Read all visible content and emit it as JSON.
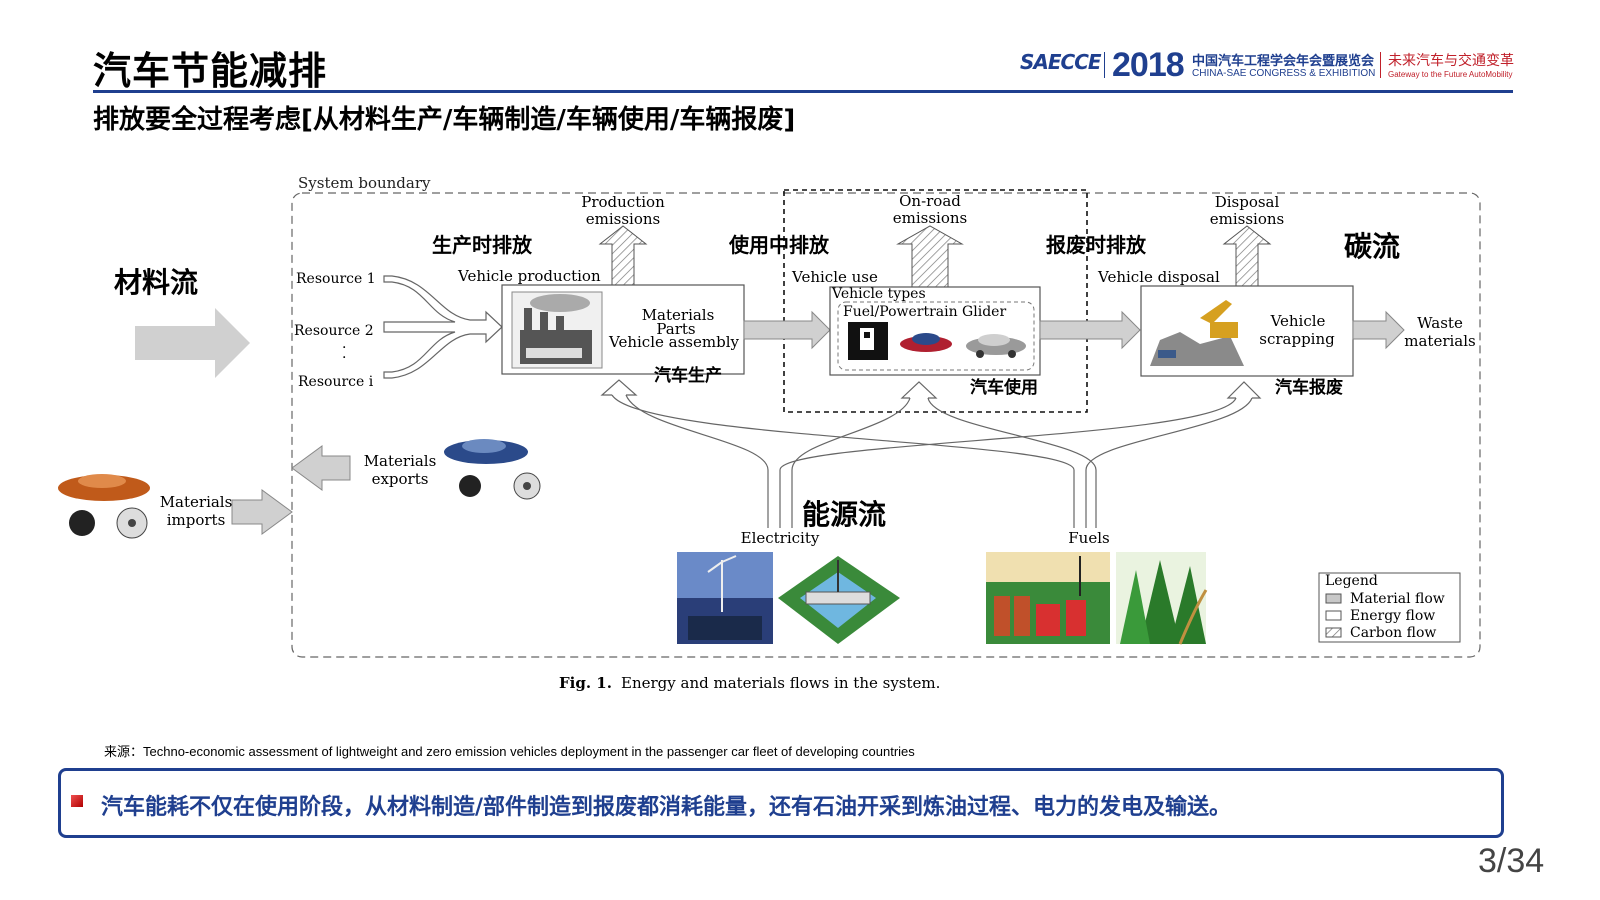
{
  "header": {
    "title": "汽车节能减排",
    "subtitle": "排放要全过程考虑[从材料生产/车辆制造/车辆使用/车辆报废]",
    "logo": {
      "mark": "SAECCE",
      "year": "2018",
      "name_cn": "中国汽车工程学会年会暨展览会",
      "name_en": "CHINA-SAE CONGRESS & EXHIBITION",
      "tagline_cn": "未来汽车与交通变革",
      "tagline_en": "Gateway to the Future AutoMobility"
    },
    "accent_color": "#1f3f8f"
  },
  "diagram": {
    "system_boundary": "System boundary",
    "emissions": {
      "production": [
        "Production",
        "emissions"
      ],
      "onroad": [
        "On-road",
        "emissions"
      ],
      "disposal": [
        "Disposal",
        "emissions"
      ]
    },
    "overlay_cn": {
      "production_emission": "生产时排放",
      "use_emission": "使用中排放",
      "disposal_emission": "报废时排放",
      "carbon_flow": "碳流",
      "material_flow": "材料流",
      "car_production": "汽车生产",
      "car_use": "汽车使用",
      "car_disposal": "汽车报废",
      "energy_flow": "能源流"
    },
    "resources": [
      "Resource 1",
      "Resource 2",
      "Resource i"
    ],
    "stages": {
      "production": {
        "label": "Vehicle production",
        "lines": [
          "Materials",
          "Parts",
          "Vehicle assembly"
        ]
      },
      "use": {
        "label": "Vehicle use",
        "types_label": "Vehicle types",
        "types_row": "Fuel/Powertrain Glider"
      },
      "disposal": {
        "label": "Vehicle disposal",
        "lines": [
          "Vehicle",
          "scrapping"
        ]
      }
    },
    "waste": [
      "Waste",
      "materials"
    ],
    "materials_exports": [
      "Materials",
      "exports"
    ],
    "materials_imports": [
      "Materials",
      "imports"
    ],
    "energy": {
      "electricity": "Electricity",
      "fuels": "Fuels"
    },
    "legend": {
      "title": "Legend",
      "items": [
        "Material flow",
        "Energy flow",
        "Carbon flow"
      ]
    },
    "caption_prefix": "Fig. 1.",
    "caption": "Energy and materials flows in the system."
  },
  "source_note": "来源：Techno-economic assessment of lightweight and zero emission vehicles deployment in the passenger car fleet of developing countries",
  "callout": "汽车能耗不仅在使用阶段，从材料制造/部件制造到报废都消耗能量，还有石油开采到炼油过程、电力的发电及输送。",
  "page_number": "3/34"
}
